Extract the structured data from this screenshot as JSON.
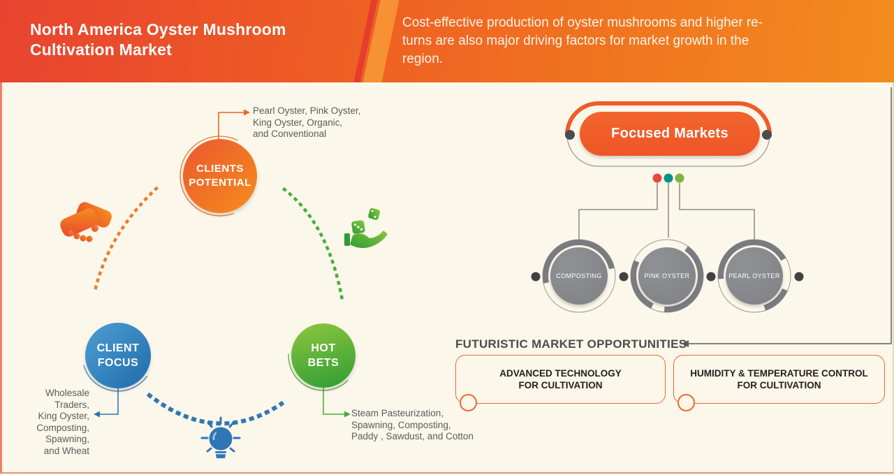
{
  "header": {
    "title_lines": [
      "North America Oyster Mushroom",
      "Cultivation Market"
    ],
    "description_lines": [
      "Cost-effective production of oyster mushrooms and higher re-",
      "turns are also major driving factors for market growth in the",
      "region."
    ]
  },
  "strategy_map": {
    "clients_potential": {
      "label_lines": [
        "CLIENTS",
        "POTENTIAL"
      ],
      "note_lines": [
        "Pearl Oyster, Pink Oyster,",
        "King Oyster, Organic,",
        "and Conventional"
      ]
    },
    "client_focus": {
      "label_lines": [
        "CLIENT",
        "FOCUS"
      ],
      "note_lines": [
        "Wholesale",
        "Traders,",
        "King Oyster,",
        "Composting,",
        "Spawning,",
        "and Wheat"
      ]
    },
    "hot_bets": {
      "label_lines": [
        "HOT",
        "BETS"
      ],
      "note_lines": [
        "Steam Pasteurization,",
        "Spawning, Composting,",
        "Paddy , Sawdust, and Cotton"
      ]
    },
    "icons": [
      "handshake-icon",
      "dice-hand-icon",
      "lightbulb-icon"
    ]
  },
  "focused_markets": {
    "label": "Focused Markets",
    "markets": [
      {
        "label": "COMPOSTING"
      },
      {
        "label": "PINK OYSTER"
      },
      {
        "label": "PEARL OYSTER"
      }
    ],
    "legend_dot_colors": [
      "#e8493c",
      "#089189",
      "#7bb63f"
    ]
  },
  "opportunities": {
    "heading": "FUTURISTIC MARKET OPPORTUNITIES",
    "boxes": [
      {
        "lines": [
          "ADVANCED TECHNOLOGY",
          "FOR CULTIVATION"
        ]
      },
      {
        "lines": [
          "HUMIDITY & TEMPERATURE CONTROL",
          "FOR CULTIVATION"
        ]
      }
    ]
  },
  "colors": {
    "header_gradient_start": "#e8432f",
    "header_gradient_end": "#f28c1e",
    "accent_orange": "#f15b2b",
    "accent_blue": "#2f77b5",
    "accent_green": "#4aad3c",
    "accent_teal": "#089189",
    "accent_red": "#e8493c",
    "market_circle_gray": "#87898c",
    "canvas_background": "#fbf7ea",
    "frame_border": "#ed8168"
  }
}
